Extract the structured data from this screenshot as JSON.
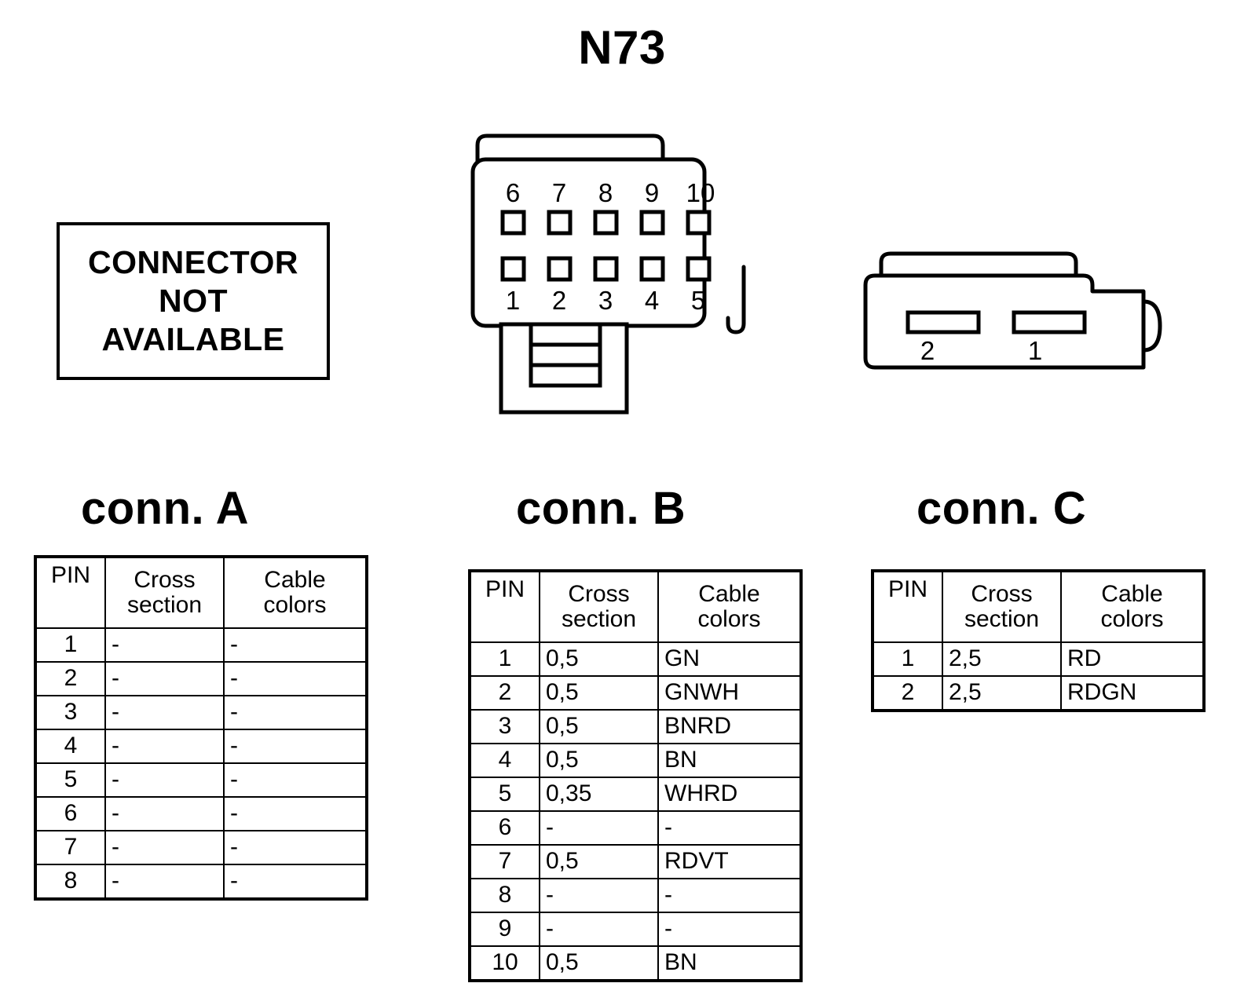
{
  "title": "N73",
  "not_available_box": {
    "lines": [
      "CONNECTOR",
      "NOT",
      "AVAILABLE"
    ]
  },
  "connector_b_drawing": {
    "top_row_labels": [
      "6",
      "7",
      "8",
      "9",
      "10"
    ],
    "bottom_row_labels": [
      "1",
      "2",
      "3",
      "4",
      "5"
    ],
    "pin_count": 10
  },
  "connector_c_drawing": {
    "slot_labels": [
      "2",
      "1"
    ],
    "slot_count": 2
  },
  "captions": {
    "a": "conn. A",
    "b": "conn. B",
    "c": "conn. C"
  },
  "table_headers": {
    "pin": "PIN",
    "cross_section_line1": "Cross",
    "cross_section_line2": "section",
    "cable_colors_line1": "Cable",
    "cable_colors_line2": "colors"
  },
  "tables": {
    "a": {
      "rows": [
        {
          "pin": "1",
          "section": "-",
          "colors": "-"
        },
        {
          "pin": "2",
          "section": "-",
          "colors": "-"
        },
        {
          "pin": "3",
          "section": "-",
          "colors": "-"
        },
        {
          "pin": "4",
          "section": "-",
          "colors": "-"
        },
        {
          "pin": "5",
          "section": "-",
          "colors": "-"
        },
        {
          "pin": "6",
          "section": "-",
          "colors": "-"
        },
        {
          "pin": "7",
          "section": "-",
          "colors": "-"
        },
        {
          "pin": "8",
          "section": "-",
          "colors": "-"
        }
      ]
    },
    "b": {
      "rows": [
        {
          "pin": "1",
          "section": "0,5",
          "colors": "GN"
        },
        {
          "pin": "2",
          "section": "0,5",
          "colors": "GNWH"
        },
        {
          "pin": "3",
          "section": "0,5",
          "colors": "BNRD"
        },
        {
          "pin": "4",
          "section": "0,5",
          "colors": "BN"
        },
        {
          "pin": "5",
          "section": "0,35",
          "colors": "WHRD"
        },
        {
          "pin": "6",
          "section": "-",
          "colors": "-"
        },
        {
          "pin": "7",
          "section": "0,5",
          "colors": "RDVT"
        },
        {
          "pin": "8",
          "section": "-",
          "colors": "-"
        },
        {
          "pin": "9",
          "section": "-",
          "colors": "-"
        },
        {
          "pin": "10",
          "section": "0,5",
          "colors": "BN"
        }
      ]
    },
    "c": {
      "rows": [
        {
          "pin": "1",
          "section": "2,5",
          "colors": "RD"
        },
        {
          "pin": "2",
          "section": "2,5",
          "colors": "RDGN"
        }
      ]
    }
  },
  "colors": {
    "ink": "#000000",
    "paper": "#ffffff"
  }
}
